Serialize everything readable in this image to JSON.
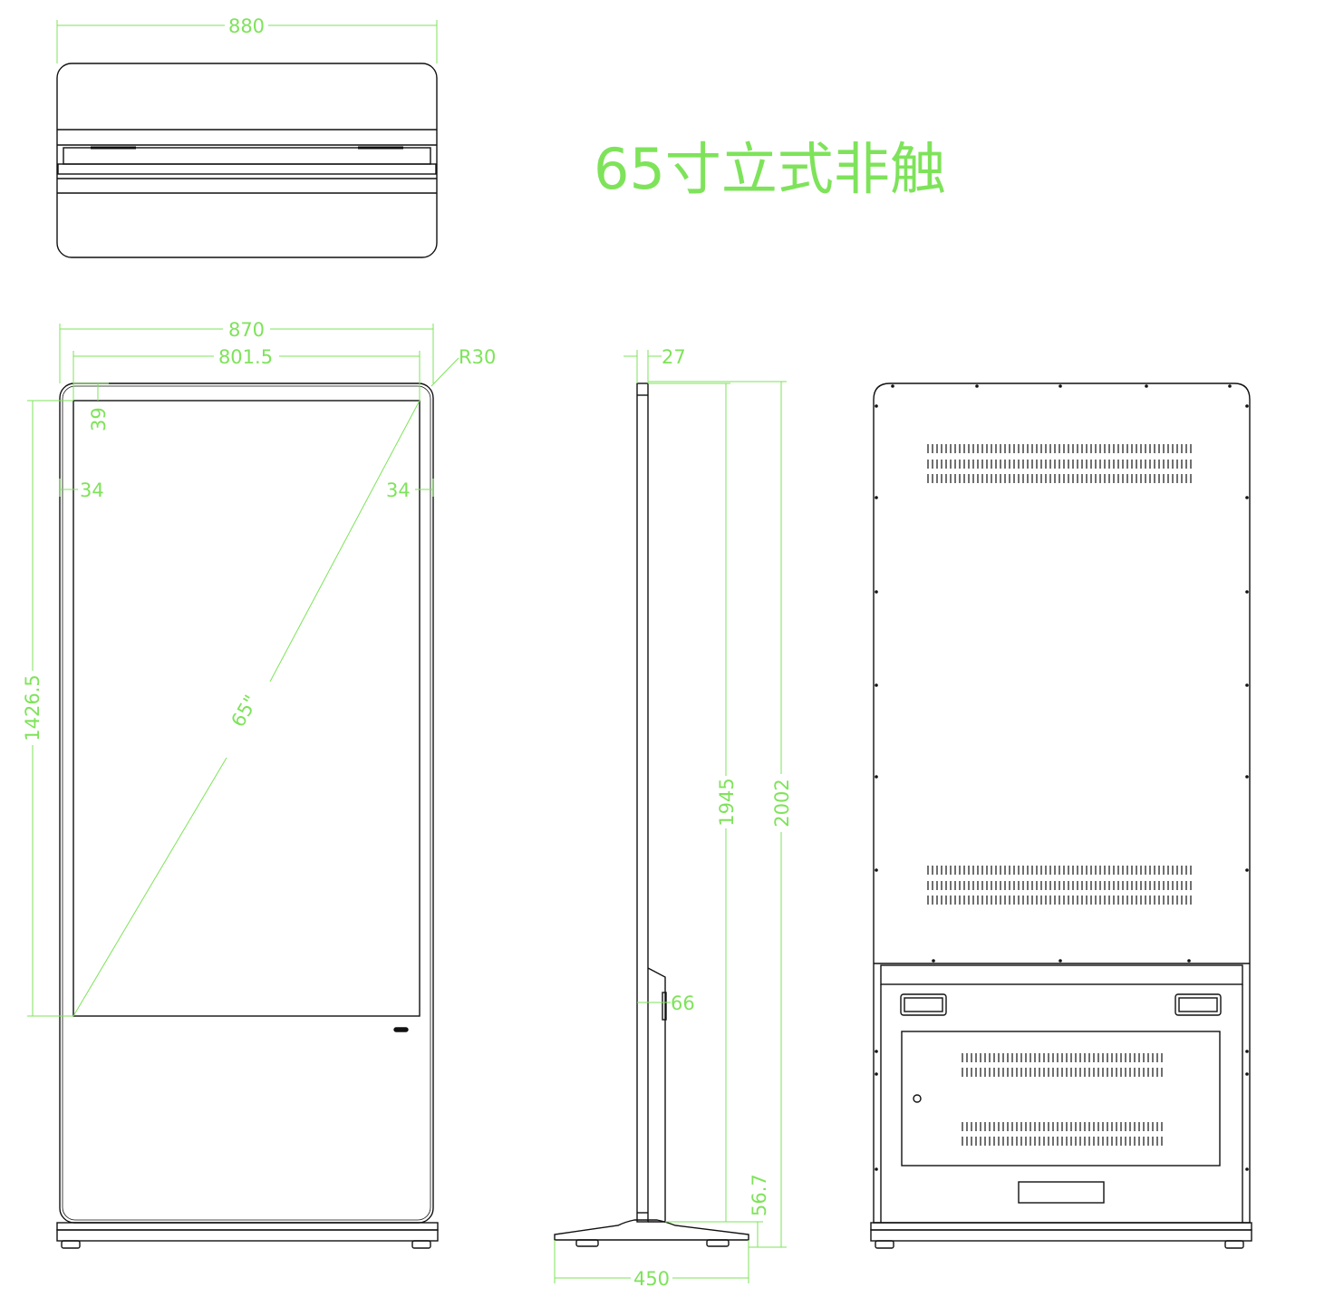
{
  "title": "65寸立式非触",
  "colors": {
    "dimension": "#7ee35a",
    "outline": "#111111"
  },
  "top_view": {
    "width_label": "880"
  },
  "front_view": {
    "outer_width_label": "870",
    "screen_width_label": "801.5",
    "corner_radius_label": "R30",
    "top_bezel_label": "39",
    "left_bezel_label": "34",
    "right_bezel_label": "34",
    "screen_height_label": "1426.5",
    "diagonal_label": "65\""
  },
  "side_view": {
    "thickness_label": "27",
    "body_height_label": "1945",
    "total_height_label": "2002",
    "bracket_depth_label": "66",
    "base_height_label": "56.7",
    "base_depth_label": "450"
  }
}
